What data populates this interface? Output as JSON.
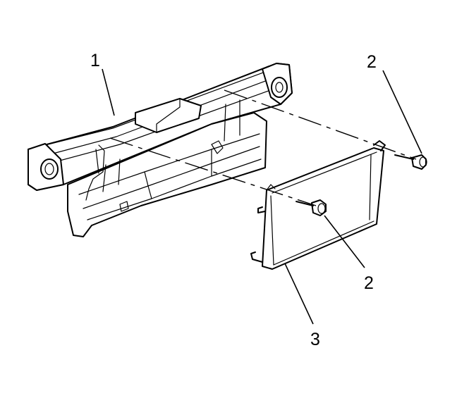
{
  "callouts": [
    {
      "id": "callout-1",
      "text": "1"
    },
    {
      "id": "callout-2-top",
      "text": "2"
    },
    {
      "id": "callout-2-bottom",
      "text": "2"
    },
    {
      "id": "callout-3",
      "text": "3"
    }
  ]
}
